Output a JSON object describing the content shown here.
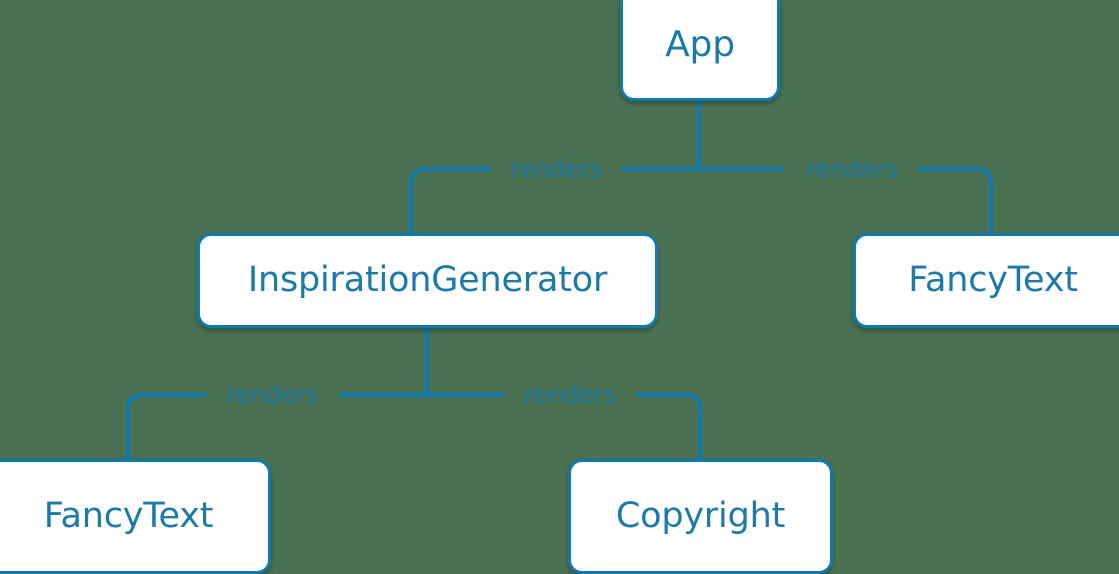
{
  "diagram": {
    "type": "component-tree",
    "background_color": "#4a7152",
    "node_fill": "#ffffff",
    "node_border_color": "#0e7ab0",
    "text_color": "#1b7aa8",
    "edge_color": "#0e7ab0",
    "nodes": [
      {
        "id": "app",
        "label": "App"
      },
      {
        "id": "inspiration-generator",
        "label": "InspirationGenerator"
      },
      {
        "id": "fancytext-right",
        "label": "FancyText"
      },
      {
        "id": "fancytext-left",
        "label": "FancyText"
      },
      {
        "id": "copyright",
        "label": "Copyright"
      }
    ],
    "edges": [
      {
        "from": "app",
        "to": "inspiration-generator",
        "label": "renders"
      },
      {
        "from": "app",
        "to": "fancytext-right",
        "label": "renders"
      },
      {
        "from": "inspiration-generator",
        "to": "fancytext-left",
        "label": "renders"
      },
      {
        "from": "inspiration-generator",
        "to": "copyright",
        "label": "renders"
      }
    ]
  }
}
